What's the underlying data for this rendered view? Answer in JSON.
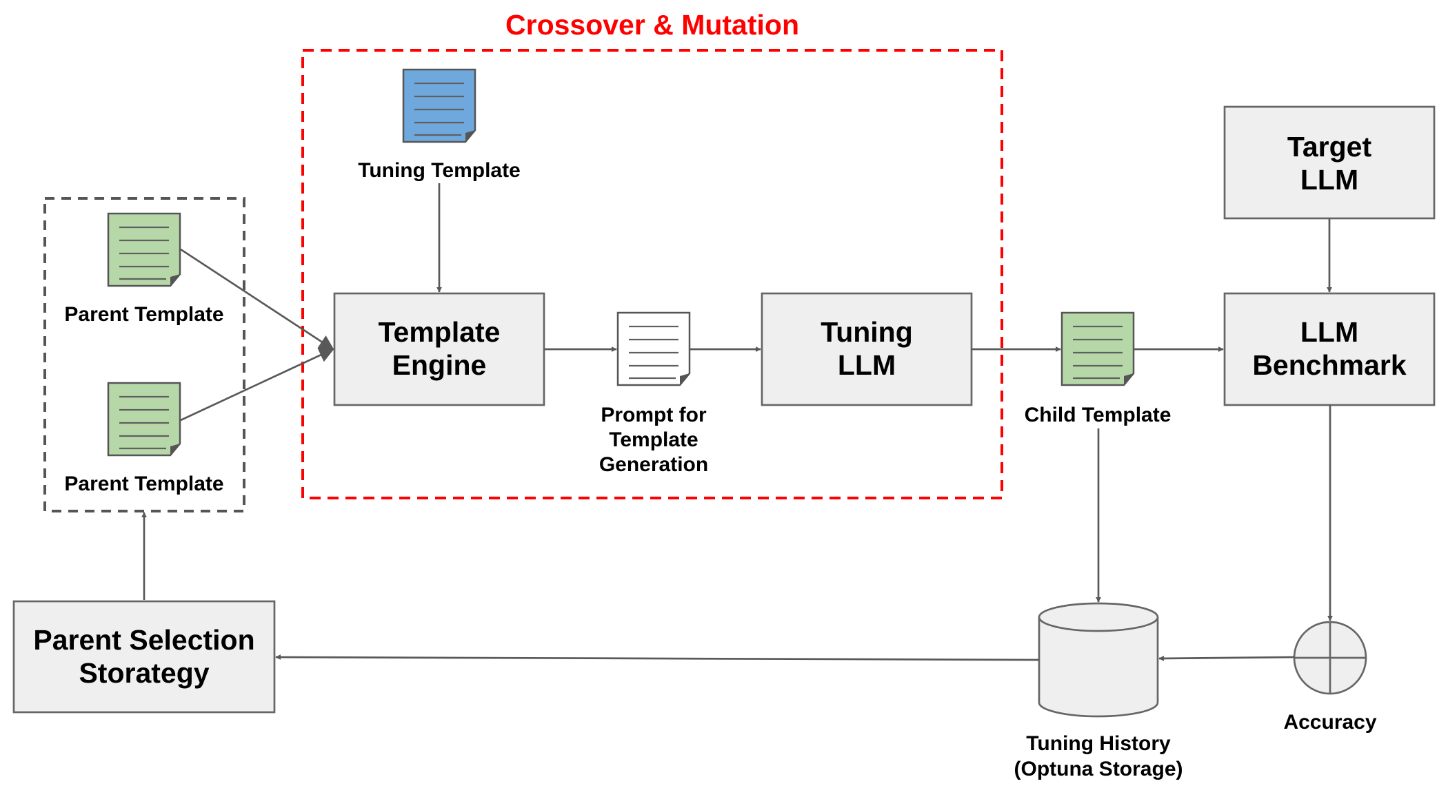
{
  "title": "Crossover & Mutation",
  "colors": {
    "accent_red": "#ff0000",
    "box_fill": "#efefef",
    "box_stroke": "#666666",
    "doc_green": "#b6d7a8",
    "doc_blue": "#6fa8dc",
    "doc_white": "#ffffff",
    "arrow": "#595959"
  },
  "documents": {
    "tuning_template": {
      "label": "Tuning Template",
      "icon": "document-icon-blue"
    },
    "parent_template_1": {
      "label": "Parent Template",
      "icon": "document-icon-green"
    },
    "parent_template_2": {
      "label": "Parent Template",
      "icon": "document-icon-green"
    },
    "prompt": {
      "label_lines": [
        "Prompt for",
        "Template",
        "Generation"
      ],
      "icon": "document-icon-white"
    },
    "child_template": {
      "label": "Child Template",
      "icon": "document-icon-green"
    }
  },
  "boxes": {
    "template_engine": {
      "lines": [
        "Template",
        "Engine"
      ]
    },
    "tuning_llm": {
      "lines": [
        "Tuning",
        "LLM"
      ]
    },
    "target_llm": {
      "lines": [
        "Target",
        "LLM"
      ]
    },
    "llm_benchmark": {
      "lines": [
        "LLM",
        "Benchmark"
      ]
    },
    "parent_selection": {
      "lines": [
        "Parent Selection",
        "Storategy"
      ]
    }
  },
  "storage": {
    "label_lines": [
      "Tuning History",
      "(Optuna Storage)"
    ],
    "icon": "database-icon"
  },
  "accuracy": {
    "label": "Accuracy",
    "icon": "summing-junction-icon"
  }
}
